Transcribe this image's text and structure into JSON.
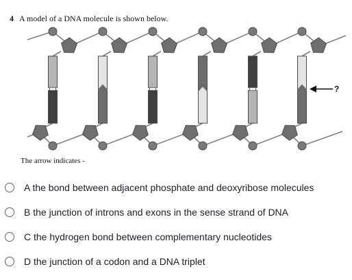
{
  "question": {
    "number": "4",
    "prompt": "A model of a DNA molecule is shown below.",
    "arrow_label": "?",
    "caption": "The arrow indicates -"
  },
  "figure": {
    "colors": {
      "backbone": "#7f7f7f",
      "phosphate": "#7a7a7a",
      "sugar": "#6f6f6f",
      "base_dark": "#3f3f3f",
      "base_medium": "#6e6e6e",
      "base_light": "#b5b5b5",
      "base_white": "#e4e4e4",
      "outline": "#4a4a4a"
    },
    "top_bases": [
      "base_light",
      "base_white",
      "base_light",
      "base_medium",
      "base_dark",
      "base_white"
    ],
    "bottom_bases": [
      "base_dark",
      "base_medium",
      "base_dark",
      "base_white",
      "base_light",
      "base_medium"
    ],
    "joints": [
      "flat",
      "notch",
      "flat",
      "notch",
      "flat",
      "notch"
    ]
  },
  "options": [
    {
      "label": "A the bond between adjacent phosphate and deoxyribose molecules"
    },
    {
      "label": "B the junction of introns and exons in the sense strand of DNA"
    },
    {
      "label": "C the hydrogen bond between complementary nucleotides"
    },
    {
      "label": "D the junction of a codon and a DNA triplet"
    }
  ]
}
